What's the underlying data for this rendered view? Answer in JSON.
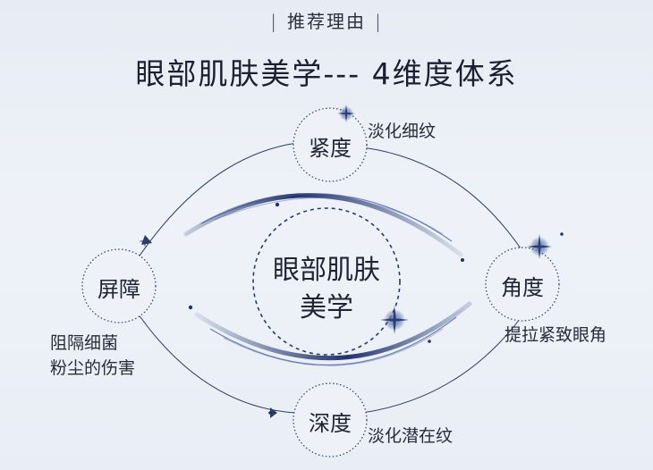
{
  "header": {
    "section_label": "推荐理由",
    "headline": "眼部肌肤美学--- 4维度体系"
  },
  "diagram": {
    "center": {
      "line1": "眼部肌肤",
      "line2": "美学"
    },
    "nodes": {
      "top": {
        "label": "紧度",
        "note": "淡化细纹"
      },
      "right": {
        "label": "角度",
        "note": "提拉紧致眼角"
      },
      "bottom": {
        "label": "深度",
        "note": "淡化潜在纹"
      },
      "left": {
        "label": "屏障",
        "note_line1": "阻隔细菌",
        "note_line2": "粉尘的伤害"
      }
    }
  },
  "colors": {
    "background": "#e9eef6",
    "line": "#2f3b5c",
    "swoosh": "#2b3f73",
    "text": "#1e2433"
  }
}
